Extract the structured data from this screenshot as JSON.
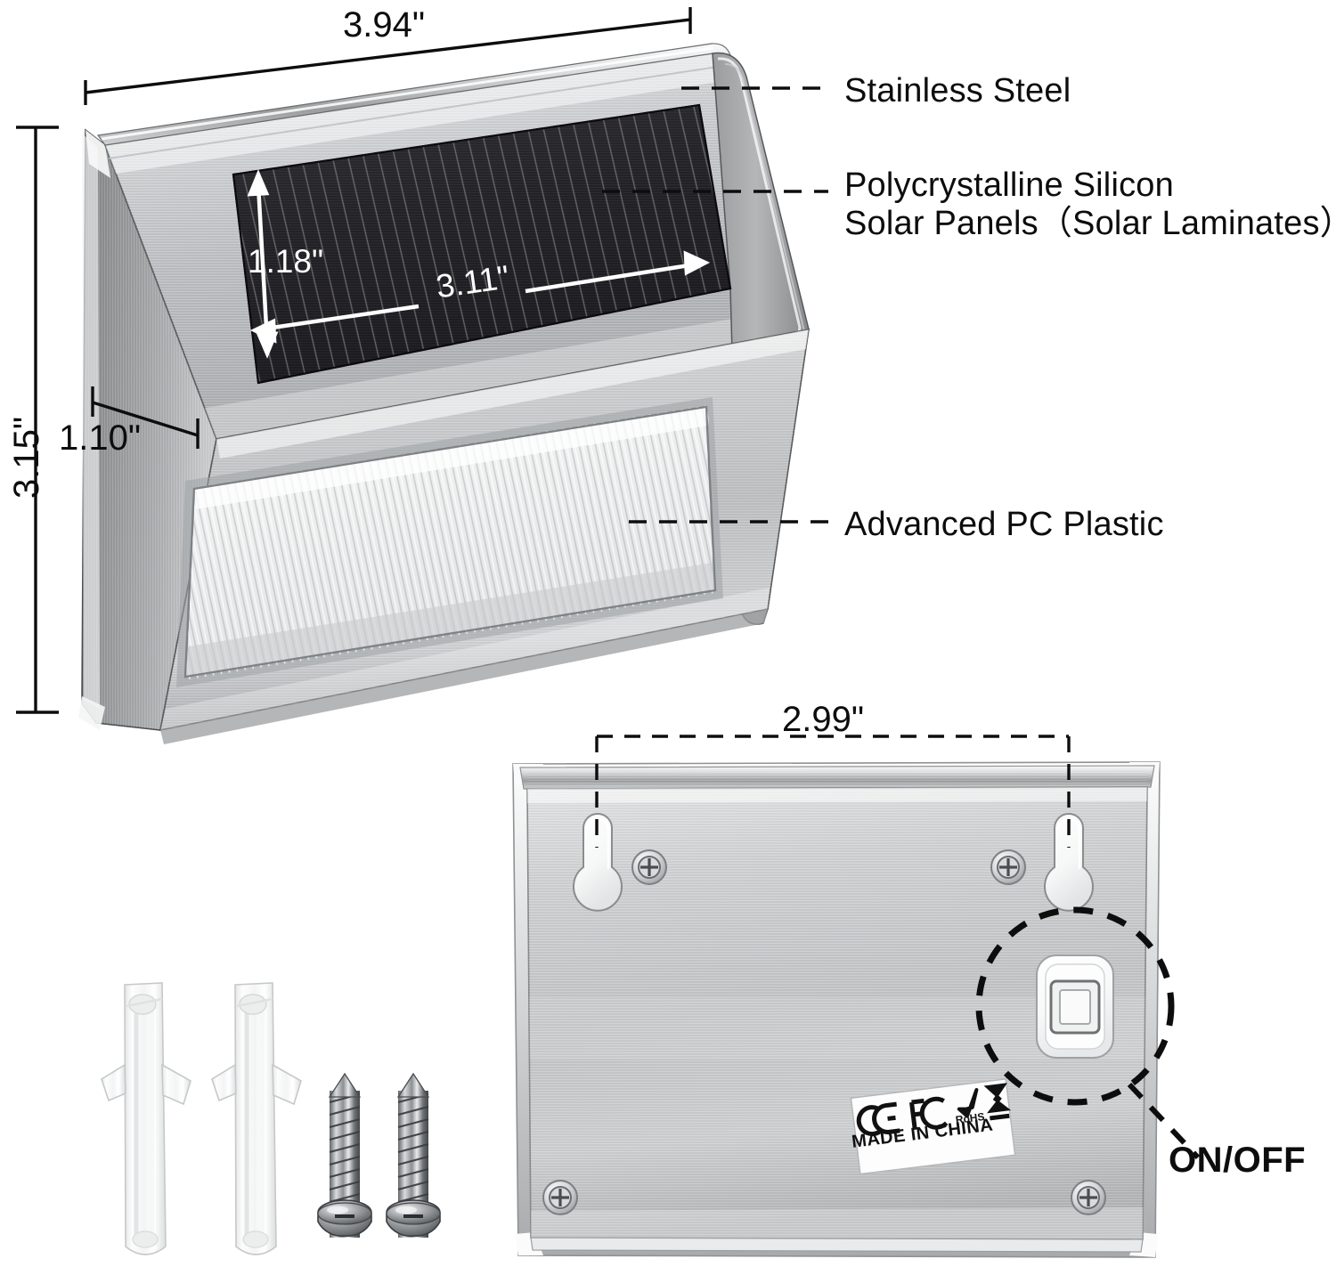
{
  "image": {
    "kind": "product-dimension-diagram",
    "product": "Solar stainless steel step / deck light",
    "background_color": "#ffffff"
  },
  "dimensions": {
    "width_top": "3.94\"",
    "height_left": "3.15\"",
    "depth_left": "1.10\"",
    "solar_panel_height": "1.18\"",
    "solar_panel_width": "3.11\"",
    "back_mount_spacing": "2.99\""
  },
  "callouts": [
    {
      "id": "stainless-steel",
      "line1": "Stainless Steel",
      "line2": ""
    },
    {
      "id": "solar-panels",
      "line1": "Polycrystalline Silicon",
      "line2": "Solar Panels（Solar Laminates）"
    },
    {
      "id": "pc-plastic",
      "line1": "Advanced PC Plastic",
      "line2": ""
    }
  ],
  "callout_text": {
    "stainless_steel": "Stainless Steel",
    "solar_line1": "Polycrystalline Silicon",
    "solar_line2": "Solar Panels（Solar Laminates）",
    "pc_plastic": "Advanced PC Plastic"
  },
  "back_panel": {
    "switch_label": "ON/OFF",
    "cert_label": {
      "marks": [
        "CE",
        "FC",
        "RoHS",
        "WEEE"
      ],
      "rohs_text": "RoHS",
      "ce_text": "CE",
      "fc_text": "FC",
      "origin": "MADE IN CHINA"
    },
    "keyhole_count": 2,
    "screw_count": 4
  },
  "accessories": {
    "wall_anchors": 2,
    "screws": 2
  },
  "colors": {
    "steel_light": "#e6e7e8",
    "steel_mid": "#b9bbbd",
    "steel_dark": "#8f9193",
    "solar_panel": "#262528",
    "line": "#0d0d0d",
    "lens": "#f2f3f3"
  }
}
